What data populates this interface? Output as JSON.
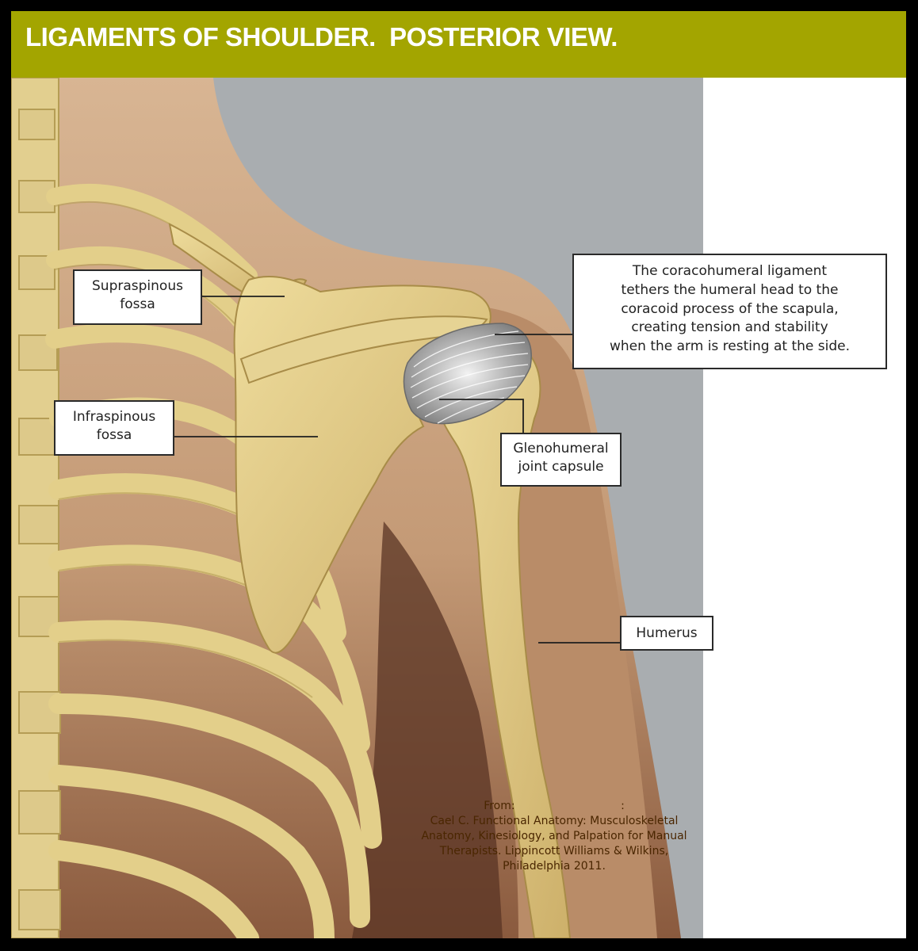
{
  "title": "LIGAMENTS OF SHOULDER.  POSTERIOR VIEW.",
  "labels": {
    "supraspinous": [
      "Supraspinous",
      "fossa"
    ],
    "infraspinous": [
      "Infraspinous",
      "fossa"
    ],
    "coracohumeral": [
      "The coracohumeral ligament",
      "tethers the humeral head to the",
      "coracoid process of the scapula,",
      "creating tension and stability",
      "when the arm is resting at the side."
    ],
    "glenohumeral": [
      "Glenohumeral",
      "joint capsule"
    ],
    "humerus": "Humerus"
  },
  "citation": {
    "line1": "From:                              :",
    "line2": "Cael C. Functional Anatomy: Musculoskeletal",
    "line3": "Anatomy, Kinesiology, and Palpation for Manual",
    "line4": "Therapists. Lippincott Williams & Wilkins,",
    "line5": "Philadelphia 2011."
  },
  "colors": {
    "title_bar": "#a3a500",
    "bone": "#e3cf8a",
    "skin": "#caa37f",
    "background": "#a9adb0"
  }
}
